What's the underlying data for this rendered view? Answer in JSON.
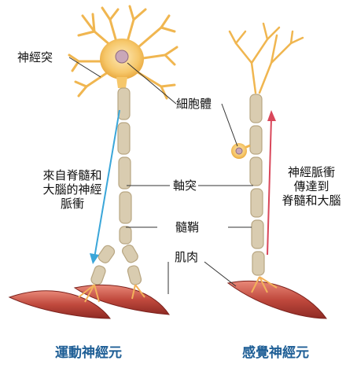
{
  "labels": {
    "dendrite": "神經突",
    "cell_body": "細胞體",
    "axon": "軸突",
    "myelin": "髓鞘",
    "muscle": "肌肉",
    "motor_signal": [
      "來自脊髓和",
      "大腦的神經",
      "脈衝"
    ],
    "sensory_signal": [
      "神經脈衝",
      "傳達到",
      "脊髓和大腦"
    ]
  },
  "titles": {
    "motor": "運動神經元",
    "sensory": "感覺神經元"
  },
  "colors": {
    "cell_fill": "#f6c76a",
    "cell_glow": "#fbe0a8",
    "nucleus": "#c9a7b8",
    "myelin": "#d9ccb0",
    "myelin_edge": "#b8a682",
    "muscle": "#b8443a",
    "muscle_light": "#e07a6c",
    "arrow_motor": "#3aa6d9",
    "arrow_sensory": "#d9475a",
    "title": "#1f5f96"
  }
}
